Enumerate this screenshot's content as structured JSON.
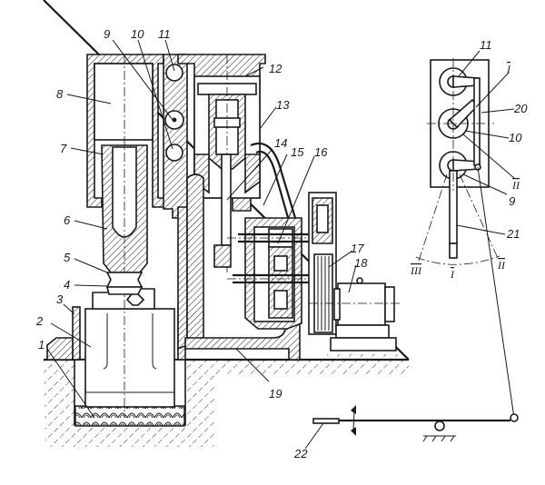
{
  "figure": {
    "title": "Pneumatic forging hammer — schematic section with valve control linkage",
    "colors": {
      "ink": "#1a1a1a",
      "paper": "#ffffff"
    }
  },
  "callouts": {
    "c1": "1",
    "c2": "2",
    "c3": "3",
    "c4": "4",
    "c5": "5",
    "c6": "6",
    "c7": "7",
    "c8": "8",
    "c9": "9",
    "c10": "10",
    "c11": "11",
    "c12": "12",
    "c13": "13",
    "c14": "14",
    "c15": "15",
    "c16": "16",
    "c17": "17",
    "c18": "18",
    "c19": "19",
    "c22": "22"
  },
  "control_scheme": {
    "c11": "11",
    "c20": "20",
    "c10": "10",
    "c9": "9",
    "c21": "21",
    "pos_I_top": "I",
    "pos_II_right": "II",
    "pos_III_arc": "III",
    "pos_I_arc": "I",
    "pos_II_arc": "II"
  }
}
